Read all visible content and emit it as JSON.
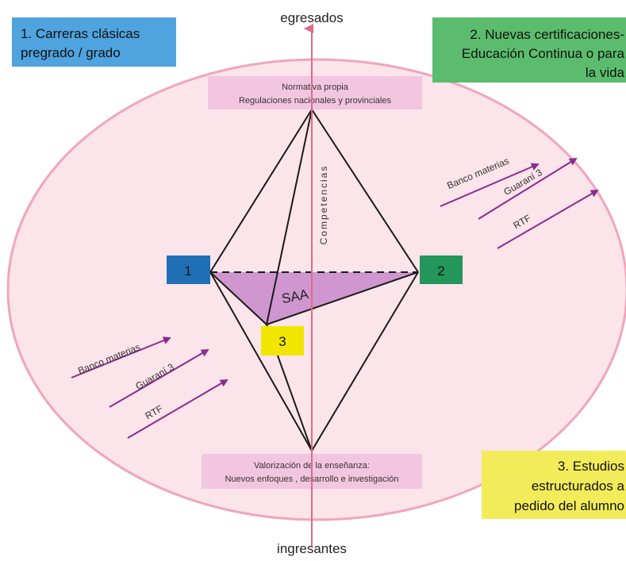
{
  "axis": {
    "top_label": "egresados",
    "bottom_label": "ingresantes",
    "center_label": "Competencias"
  },
  "corner_boxes": {
    "box1": {
      "lines": [
        "1. Carreras clásicas",
        "pregrado / grado"
      ],
      "color": "#4fa3de"
    },
    "box2": {
      "lines": [
        "2. Nuevas certificaciones-",
        "Educación Continua o para",
        "la vida"
      ],
      "color": "#5cbc6d"
    },
    "box3": {
      "lines": [
        "3. Estudios",
        "estructurados a",
        "pedido del alumno"
      ],
      "color": "#f3ec5a"
    }
  },
  "pink_boxes": {
    "top": {
      "lines": [
        "Normativa propia",
        "Regulaciones  nacionales  y provinciales"
      ]
    },
    "bottom": {
      "lines": [
        "Valorización  de la enseñanza:",
        "Nuevos enfoques  , desarrollo e investigación"
      ]
    }
  },
  "markers": {
    "m1": {
      "label": "1",
      "color": "#1f6fb5"
    },
    "m2": {
      "label": "2",
      "color": "#23965a"
    },
    "m3": {
      "label": "3",
      "color": "#f2e600"
    }
  },
  "center_triangle_label": "SAA",
  "tools": [
    "Banco materias",
    "Guaraní 3",
    "RTF"
  ],
  "colors": {
    "ellipse_fill": "#fbe4ea",
    "ellipse_stroke": "#efa6bd",
    "pink_box": "#f3c6e0",
    "axis_line": "#e06a86",
    "arrow": "#8a2b8f",
    "saa_fill": "#cf96cf"
  }
}
